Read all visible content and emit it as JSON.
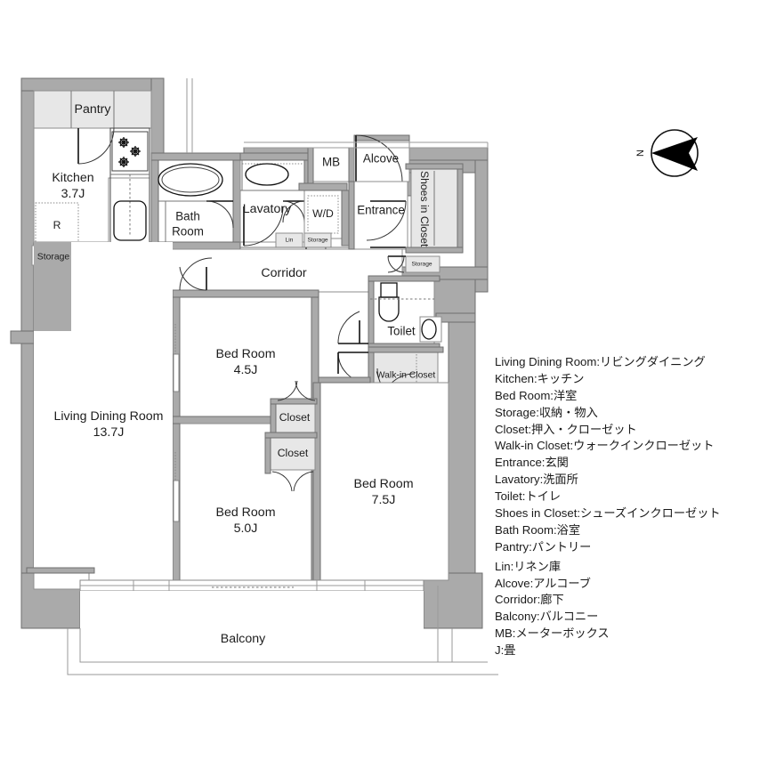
{
  "plan": {
    "rooms": [
      {
        "name": "Pantry",
        "label": "Pantry",
        "area": ""
      },
      {
        "name": "Kitchen",
        "label": "Kitchen",
        "area": "3.7J"
      },
      {
        "name": "Refrigerator",
        "label": "R",
        "area": ""
      },
      {
        "name": "Storage",
        "label": "Storage",
        "area": ""
      },
      {
        "name": "Bath Room",
        "label": "Bath\nRoom",
        "area": ""
      },
      {
        "name": "Lavatory",
        "label": "Lavatory",
        "area": ""
      },
      {
        "name": "Washer Dryer",
        "label": "W/D",
        "area": ""
      },
      {
        "name": "Linen",
        "label": "Lin",
        "area": ""
      },
      {
        "name": "Storage 2",
        "label": "Storage",
        "area": ""
      },
      {
        "name": "Corridor",
        "label": "Corridor",
        "area": ""
      },
      {
        "name": "Meter Box",
        "label": "MB",
        "area": ""
      },
      {
        "name": "Alcove",
        "label": "Alcove",
        "area": ""
      },
      {
        "name": "Entrance",
        "label": "Entrance",
        "area": ""
      },
      {
        "name": "Shoes in Closet",
        "label": "Shoes in Closet",
        "area": ""
      },
      {
        "name": "Storage 3",
        "label": "Storage",
        "area": ""
      },
      {
        "name": "Toilet",
        "label": "Toilet",
        "area": ""
      },
      {
        "name": "Walk-in Closet",
        "label": "Walk-in Closet",
        "area": ""
      },
      {
        "name": "Bed Room 1",
        "label": "Bed Room",
        "area": "4.5J"
      },
      {
        "name": "Bed Room 2",
        "label": "Bed Room",
        "area": "5.0J"
      },
      {
        "name": "Bed Room 3",
        "label": "Bed Room",
        "area": "7.5J"
      },
      {
        "name": "Closet 1",
        "label": "Closet",
        "area": ""
      },
      {
        "name": "Closet 2",
        "label": "Closet",
        "area": ""
      },
      {
        "name": "Living Dining Room",
        "label": "Living Dining Room",
        "area": "13.7J"
      },
      {
        "name": "Balcony",
        "label": "Balcony",
        "area": ""
      }
    ],
    "labels": {
      "pantry": "Pantry",
      "kitchen": "Kitchen",
      "kitchen_area": "3.7J",
      "refrigerator": "R",
      "storage_kitchen": "Storage",
      "bath_room_line1": "Bath",
      "bath_room_line2": "Room",
      "lavatory": "Lavatory",
      "washer_dryer": "W/D",
      "linen": "Lin",
      "storage_corridor": "Storage",
      "corridor": "Corridor",
      "mb": "MB",
      "alcove": "Alcove",
      "entrance": "Entrance",
      "shoes_in_closet": "Shoes in Closet",
      "storage_entry": "Storage",
      "toilet": "Toilet",
      "walk_in_closet": "Walk-in Closet",
      "bedroom1": "Bed Room",
      "bedroom1_area": "4.5J",
      "bedroom2": "Bed Room",
      "bedroom2_area": "5.0J",
      "bedroom3": "Bed Room",
      "bedroom3_area": "7.5J",
      "closet1": "Closet",
      "closet2": "Closet",
      "living": "Living Dining Room",
      "living_area": "13.7J",
      "balcony": "Balcony"
    },
    "compass": {
      "north_label": "N"
    },
    "colors": {
      "wall": "#aaaaaa",
      "wall_stroke": "#6f6f6f",
      "fill_room": "#ffffff",
      "fill_closet": "#e7e7e7",
      "fill_closet_stroke": "#8d8d8d",
      "text": "#1d1d1d",
      "line": "#555555",
      "door_line": "#111111"
    }
  },
  "legend": {
    "entries": [
      "Living Dining Room:リビングダイニング",
      "Kitchen:キッチン",
      "Bed Room:洋室",
      "Storage:収納・物入",
      "Closet:押入・クローゼット",
      "Walk-in Closet:ウォークインクローゼット",
      "Entrance:玄関",
      "Lavatory:洗面所",
      "Toilet:トイレ",
      "Shoes in Closet:シューズインクローゼット",
      "Bath Room:浴室",
      "Pantry:パントリー",
      "Lin:リネン庫",
      "Alcove:アルコーブ",
      "Corridor:廊下",
      "Balcony:バルコニー",
      "MB:メーターボックス",
      "J:畳"
    ]
  }
}
